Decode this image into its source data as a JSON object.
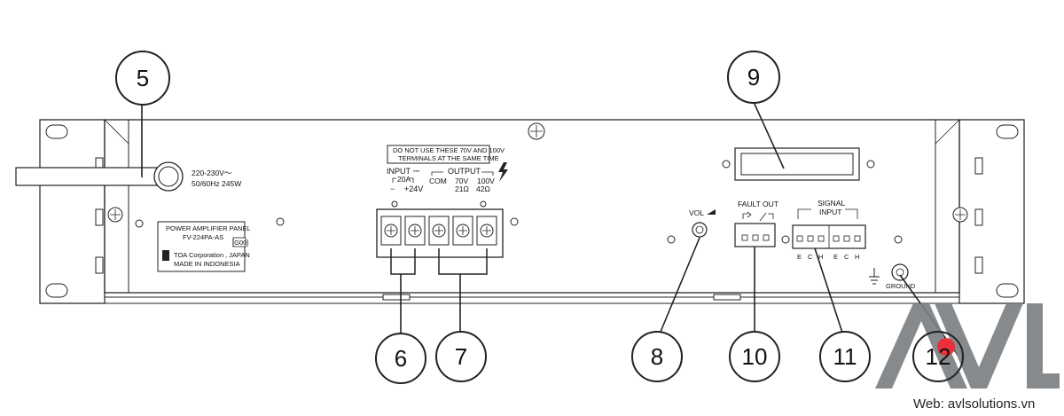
{
  "callouts": [
    "5",
    "6",
    "7",
    "8",
    "9",
    "10",
    "11",
    "12"
  ],
  "power": {
    "voltage": "220-230V～",
    "rating": "50/60Hz 245W"
  },
  "warning": {
    "line1": "DO NOT USE THESE 70V AND 100V",
    "line2": "TERMINALS AT THE SAME TIME"
  },
  "terminals": {
    "input_label": "INPUT",
    "dc_symbol": "⎓",
    "fuse": "20A",
    "minus": "−",
    "plus": "+24V",
    "output_label": "OUTPUT",
    "com": "COM",
    "v70": "70V",
    "ohm21": "21Ω",
    "v100": "100V",
    "ohm42": "42Ω"
  },
  "nameplate": {
    "line1": "POWER AMPLIFIER PANEL",
    "line2": "FV-224PA-AS",
    "code": "[G00]",
    "maker": "TOA Corporation",
    "country": ", JAPAN",
    "made": "MADE IN INDONESIA"
  },
  "controls": {
    "vol": "VOL",
    "fault_out": "FAULT OUT",
    "signal_line1": "SIGNAL",
    "signal_line2": "INPUT",
    "signal_pins": [
      "E",
      "C",
      "H",
      "E",
      "C",
      "H"
    ],
    "ground": "GROUND"
  },
  "watermark": {
    "logo": "AVL",
    "web": "Web: avlsolutions.vn",
    "accent_color": "#e8303a"
  },
  "colors": {
    "line": "#222222",
    "panel": "#ffffff",
    "logo_gray": "#7a7d80"
  }
}
